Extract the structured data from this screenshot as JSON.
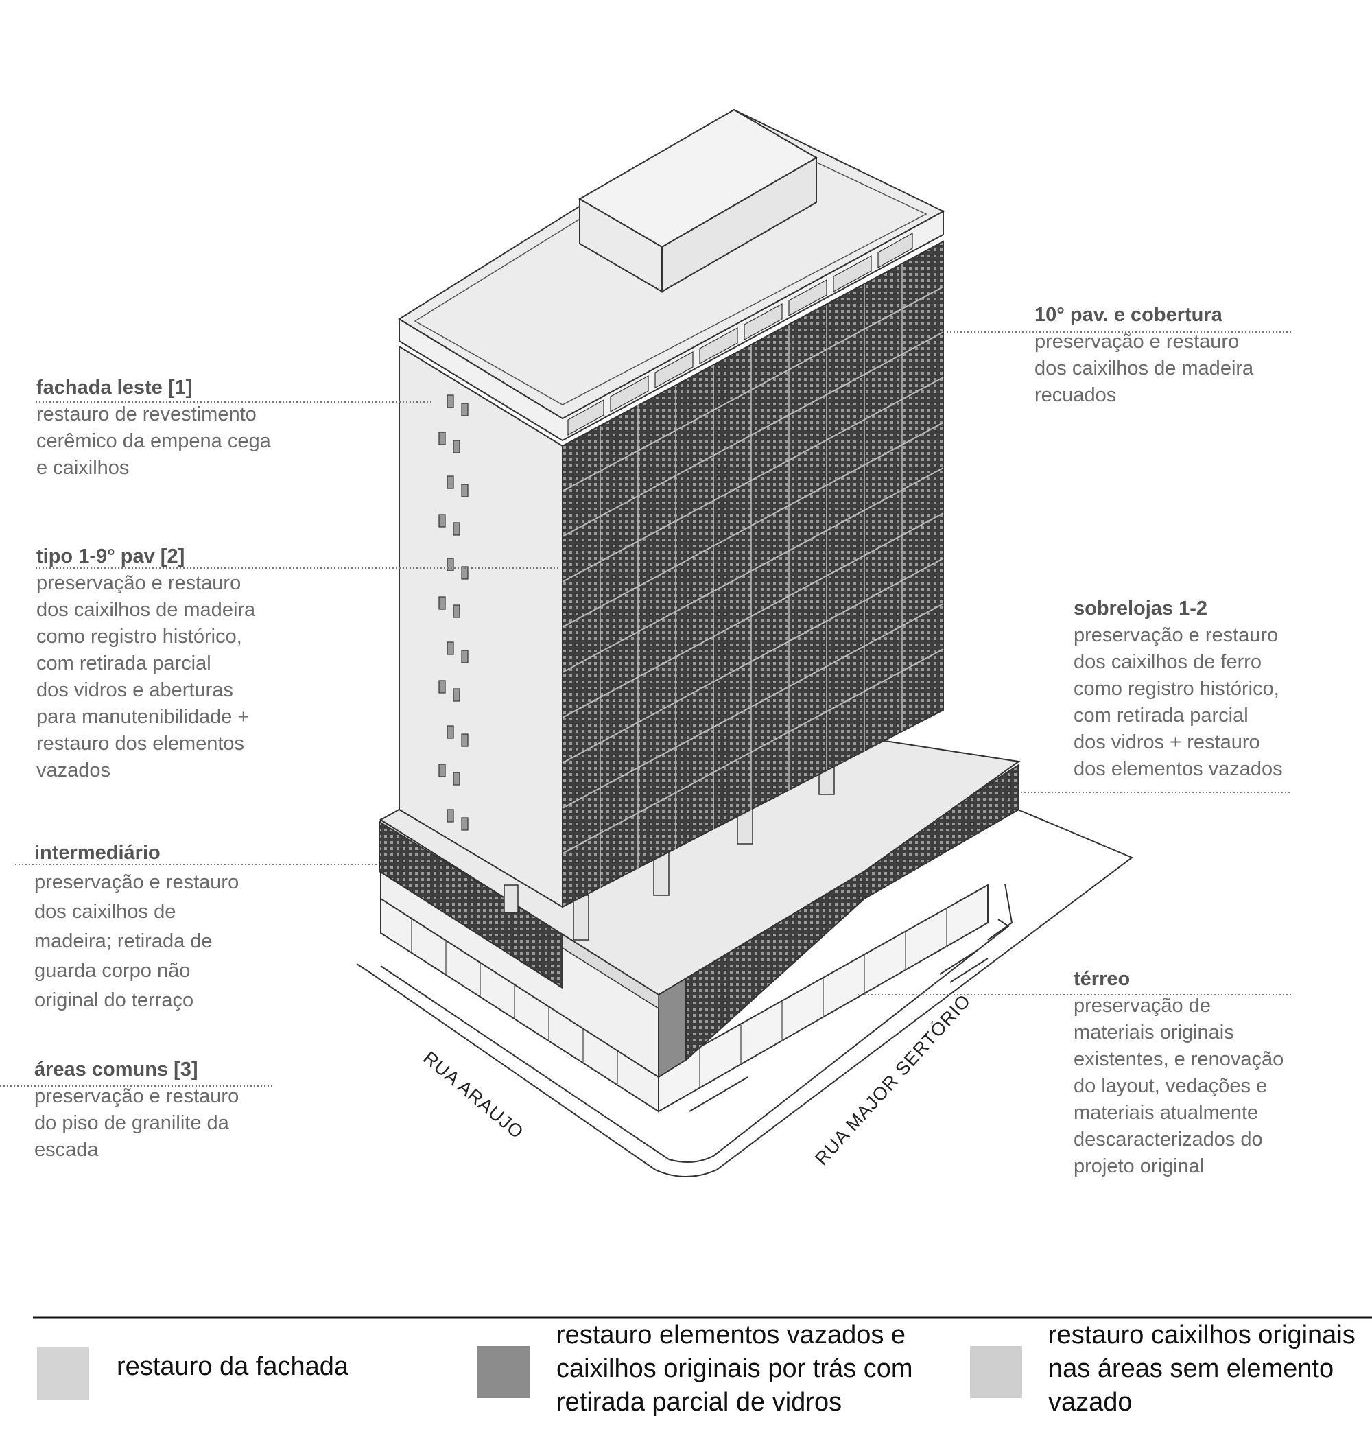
{
  "annotations": {
    "cobertura": {
      "title": "10° pav.  e cobertura",
      "text": "preservação e restauro\ndos caixilhos de madeira\nrecuados"
    },
    "fachada_leste": {
      "title": "fachada leste [1]",
      "text": "restauro de revestimento\ncerêmico da empena cega\ne caixilhos"
    },
    "tipo": {
      "title": "tipo 1-9° pav [2]",
      "text": "preservação e restauro\ndos caixilhos de madeira\ncomo registro histórico,\ncom retirada parcial\ndos vidros e aberturas\npara manutenibilidade +\nrestauro dos elementos\nvazados"
    },
    "sobrelojas": {
      "title": "sobrelojas 1-2",
      "text": "preservação e restauro\ndos caixilhos de ferro\ncomo registro histórico,\ncom retirada parcial\ndos vidros + restauro\ndos elementos vazados"
    },
    "intermediario": {
      "title": "intermediário",
      "text": "preservação e restauro\ndos caixilhos de\nmadeira; retirada de\nguarda corpo não\noriginal do terraço"
    },
    "terreo": {
      "title": "térreo",
      "text": "preservação de\nmateriais originais\nexistentes, e renovação\ndo layout, vedações e\nmateriais atualmente\ndescaracterizados do\nprojeto original"
    },
    "areas_comuns": {
      "title": "áreas comuns [3]",
      "text": "preservação e restauro\ndo piso de granilite da\nescada"
    }
  },
  "streets": {
    "araujo": "RUA ARAUJO",
    "major_sertorio": "RUA MAJOR SERTÓRIO"
  },
  "legend": [
    {
      "label": "restauro da fachada",
      "color": "#d4d4d4"
    },
    {
      "label": "restauro elementos vazados e\ncaixilhos originais por trás com\nretirada parcial de vidros",
      "color": "#8c8c8c"
    },
    {
      "label": "restauro caixilhos originais\nnas áreas sem elemento\nvazado",
      "color": "#cfcfcf"
    }
  ],
  "colors": {
    "facade": "#e9e9e9",
    "perforated": "#4a4a4a",
    "roof": "#ececec",
    "line": "#333333",
    "leader": "#888888"
  }
}
